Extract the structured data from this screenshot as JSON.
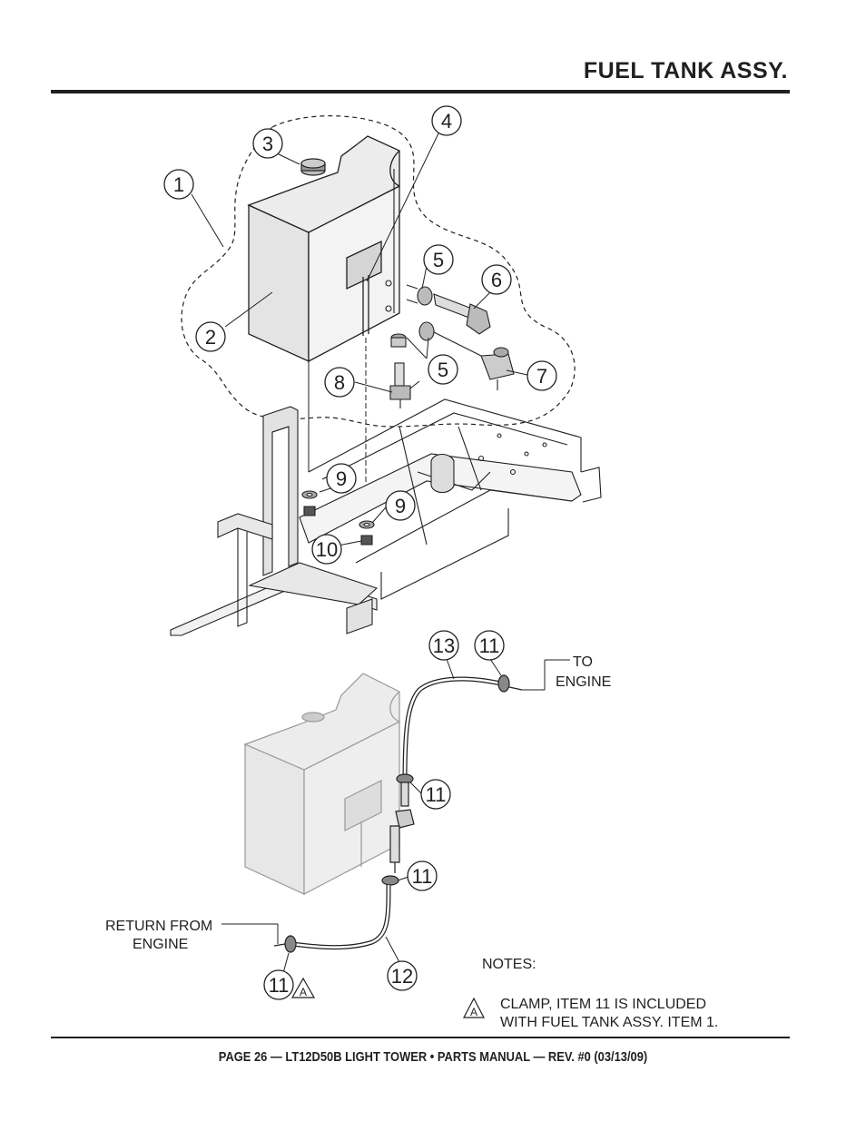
{
  "header": {
    "title": "FUEL TANK ASSY."
  },
  "callouts": {
    "c1": "1",
    "c2": "2",
    "c3": "3",
    "c4": "4",
    "c5a": "5",
    "c5b": "5",
    "c6": "6",
    "c7": "7",
    "c8": "8",
    "c9a": "9",
    "c9b": "9",
    "c10": "10",
    "c13": "13",
    "c11a": "11",
    "c11b": "11",
    "c11c": "11",
    "c11d": "11",
    "c12": "12"
  },
  "labels": {
    "to_engine_line1": "TO",
    "to_engine_line2": "ENGINE",
    "return_line1": "RETURN FROM",
    "return_line2": "ENGINE",
    "note_marker_a": "A",
    "note_symbol": "A"
  },
  "notes": {
    "heading": "NOTES:",
    "line1": "CLAMP, ITEM 11 IS INCLUDED",
    "line2": "WITH FUEL TANK ASSY. ITEM 1."
  },
  "footer": {
    "text": "PAGE 26 — LT12D50B LIGHT TOWER • PARTS MANUAL — REV. #0 (03/13/09)"
  }
}
